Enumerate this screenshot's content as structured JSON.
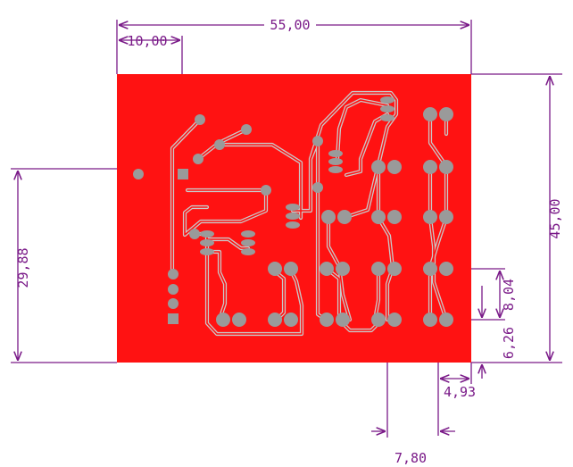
{
  "colors": {
    "board": "#ff1212",
    "dimension": "#7a1a88",
    "pad": "#9a9a9a",
    "trace": "#c9c9c9"
  },
  "dimensions": {
    "board_width": "55,00",
    "pad_offset_x": "10,00",
    "board_height": "45,00",
    "hole_height": "29,88",
    "right_offset_1": "8,04",
    "right_offset_2": "6,26",
    "bottom_offset_1": "4,93",
    "bottom_offset_2": "7,80"
  }
}
